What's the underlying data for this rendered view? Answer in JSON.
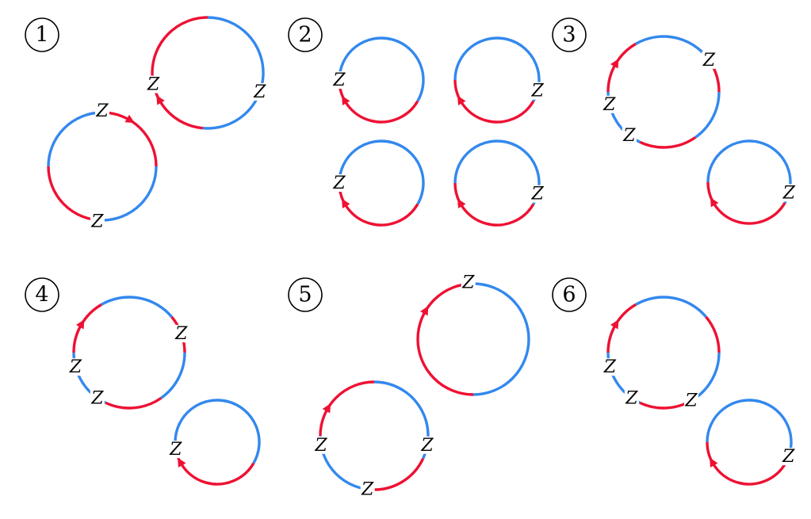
{
  "colors": {
    "red": "#ee1133",
    "blue": "#3388ee"
  },
  "z_label": "Z",
  "panels": [
    {
      "number": "1",
      "loops": [
        {
          "segments": [
            [
              "red",
              95,
              180
            ],
            [
              "blue",
              -90,
              95
            ],
            [
              "red",
              -180,
              -90
            ]
          ],
          "arrow": [
            "red",
            150
          ],
          "z": [
            [
              168,
              true
            ],
            [
              20,
              true
            ]
          ]
        },
        {
          "segments": [
            [
              "red",
              -90,
              0
            ],
            [
              "blue",
              0,
              90
            ],
            [
              "red",
              90,
              180
            ],
            [
              "blue",
              180,
              270
            ]
          ],
          "arrow": [
            "red",
            -60
          ],
          "z": [
            [
              -90,
              false
            ],
            [
              95,
              false
            ]
          ]
        }
      ]
    },
    {
      "number": "2",
      "loops": [
        {
          "segments": [
            [
              "red",
              30,
              180
            ],
            [
              "blue",
              180,
              390
            ]
          ],
          "arrow": [
            "red",
            150
          ],
          "z": [
            [
              180,
              true
            ]
          ]
        },
        {
          "segments": [
            [
              "red",
              30,
              180
            ],
            [
              "blue",
              180,
              390
            ]
          ],
          "arrow": [
            "red",
            150
          ],
          "z": [
            [
              15,
              true
            ]
          ]
        },
        {
          "segments": [
            [
              "red",
              30,
              180
            ],
            [
              "blue",
              180,
              390
            ]
          ],
          "arrow": [
            "red",
            150
          ],
          "z": [
            [
              180,
              true
            ]
          ]
        },
        {
          "segments": [
            [
              "red",
              30,
              180
            ],
            [
              "blue",
              180,
              390
            ]
          ],
          "arrow": [
            "red",
            150
          ],
          "z": [
            [
              15,
              true
            ]
          ]
        }
      ]
    },
    {
      "number": "3",
      "loops": [
        {
          "segments": [
            [
              "red",
              -180,
              -120
            ],
            [
              "blue",
              -120,
              -30
            ],
            [
              "red",
              -30,
              0
            ],
            [
              "blue",
              0,
              55
            ],
            [
              "red",
              55,
              115
            ],
            [
              "blue",
              115,
              180
            ]
          ],
          "arrow": [
            "red",
            -150
          ],
          "z": [
            [
              -35,
              true
            ],
            [
              167,
              true
            ],
            [
              128,
              true
            ]
          ]
        },
        {
          "segments": [
            [
              "red",
              30,
              180
            ],
            [
              "blue",
              180,
              390
            ]
          ],
          "arrow": [
            "red",
            150
          ],
          "z": [
            [
              15,
              true
            ]
          ]
        }
      ]
    },
    {
      "number": "4",
      "loops": [
        {
          "segments": [
            [
              "red",
              -180,
              -120
            ],
            [
              "blue",
              -120,
              -40
            ],
            [
              "red",
              -40,
              0
            ],
            [
              "blue",
              0,
              55
            ],
            [
              "red",
              55,
              115
            ],
            [
              "blue",
              115,
              180
            ]
          ],
          "arrow": [
            "red",
            -150
          ],
          "z": [
            [
              -20,
              true
            ],
            [
              165,
              true
            ],
            [
              125,
              true
            ]
          ]
        },
        {
          "segments": [
            [
              "red",
              30,
              180
            ],
            [
              "blue",
              180,
              390
            ]
          ],
          "arrow": [
            "red",
            150
          ],
          "z": [
            [
              170,
              true
            ]
          ]
        }
      ]
    },
    {
      "number": "5",
      "loops": [
        {
          "segments": [
            [
              "red",
              -180,
              -90
            ],
            [
              "blue",
              -90,
              90
            ],
            [
              "red",
              90,
              180
            ]
          ],
          "arrow": [
            "red",
            -150
          ],
          "z": [
            [
              -95,
              false
            ]
          ]
        },
        {
          "segments": [
            [
              "red",
              -180,
              -90
            ],
            [
              "blue",
              -90,
              25
            ],
            [
              "red",
              25,
              90
            ],
            [
              "blue",
              90,
              180
            ]
          ],
          "arrow": [
            "red",
            -150
          ],
          "z": [
            [
              170,
              true
            ],
            [
              10,
              true
            ],
            [
              97,
              true
            ]
          ]
        }
      ]
    },
    {
      "number": "6",
      "loops": [
        {
          "segments": [
            [
              "red",
              -180,
              -120
            ],
            [
              "blue",
              -120,
              -40
            ],
            [
              "red",
              -40,
              0
            ],
            [
              "blue",
              0,
              55
            ],
            [
              "red",
              55,
              115
            ],
            [
              "blue",
              115,
              180
            ]
          ],
          "arrow": [
            "red",
            -150
          ],
          "z": [
            [
              165,
              true
            ],
            [
              125,
              true
            ],
            [
              60,
              true
            ]
          ]
        },
        {
          "segments": [
            [
              "red",
              30,
              180
            ],
            [
              "blue",
              180,
              390
            ]
          ],
          "arrow": [
            "red",
            150
          ],
          "z": [
            [
              20,
              true
            ]
          ]
        }
      ]
    }
  ]
}
